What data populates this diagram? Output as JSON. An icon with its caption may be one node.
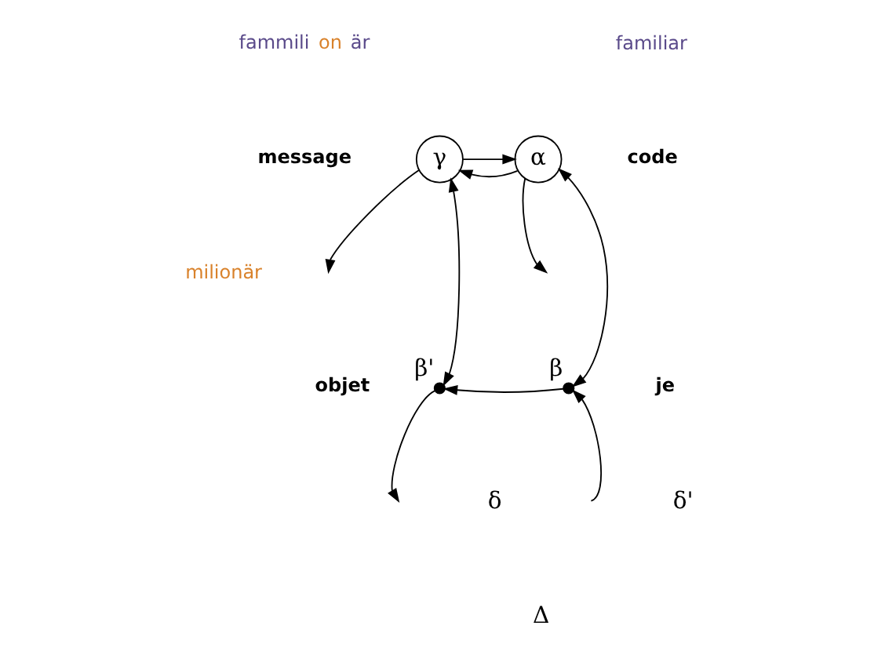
{
  "diagram": {
    "nodes": [
      {
        "text": [
          "γ"
        ]
      },
      {
        "text": [
          "α"
        ]
      },
      {
        "text": [],
        "shape": "dot",
        "beside": [
          "β'"
        ]
      },
      {
        "text": [],
        "shape": "dot",
        "beside": [
          "β"
        ]
      }
    ],
    "edges": [
      {
        "from": 1,
        "to": 0,
        "arrow": "to"
      },
      {
        "from": 0,
        "to": 1,
        "arrow": "to"
      },
      {
        "from": 0,
        "to": null,
        "arrow": "to"
      },
      {
        "from": 2,
        "to": 0,
        "arrow": "both"
      },
      {
        "from": 2,
        "to": null,
        "arrow": "to"
      },
      {
        "from": 3,
        "to": 2,
        "arrow": "to"
      },
      {
        "from": 3,
        "to": 1,
        "arrow": "both"
      },
      {
        "from": null,
        "to": 3,
        "arrow": "to"
      },
      {
        "from": 1,
        "to": null,
        "arrow": "to"
      }
    ],
    "labels": [
      "fammili on är",
      "message",
      "familiar",
      "code",
      "milionär",
      "objet",
      "je",
      "δ",
      "δ'",
      "Δ"
    ]
  }
}
